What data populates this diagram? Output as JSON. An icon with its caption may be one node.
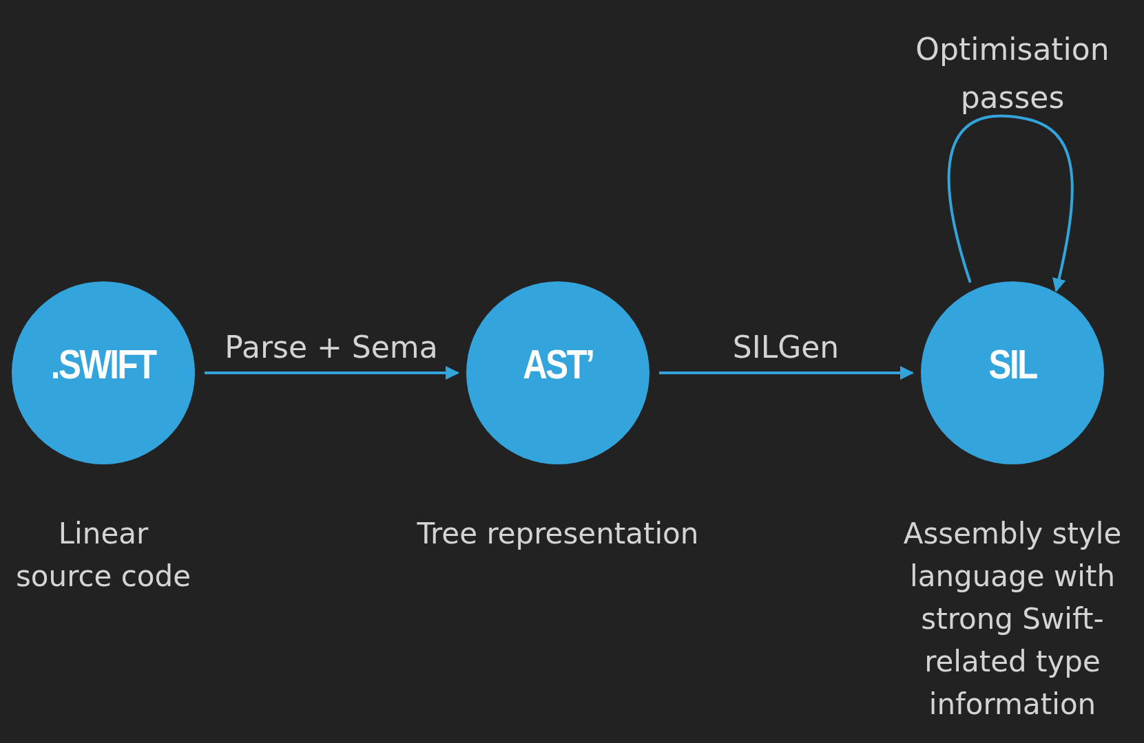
{
  "diagram": {
    "nodes": [
      {
        "text": [
          ".SWIFT"
        ],
        "beside": [
          "Linear source code"
        ]
      },
      {
        "text": [
          "AST’"
        ],
        "beside": [
          "Tree representation"
        ]
      },
      {
        "text": [
          "SIL"
        ],
        "beside": [
          "Assembly style language with strong Swift-related type information"
        ]
      }
    ],
    "edges": [
      {
        "from": 0,
        "to": 1,
        "arrow": "to",
        "label": "Parse + Sema"
      },
      {
        "from": 1,
        "to": 2,
        "arrow": "to",
        "label": "SILGen"
      },
      {
        "from": 2,
        "to": 2,
        "arrow": "to",
        "label": "Optimisation passes"
      }
    ]
  }
}
